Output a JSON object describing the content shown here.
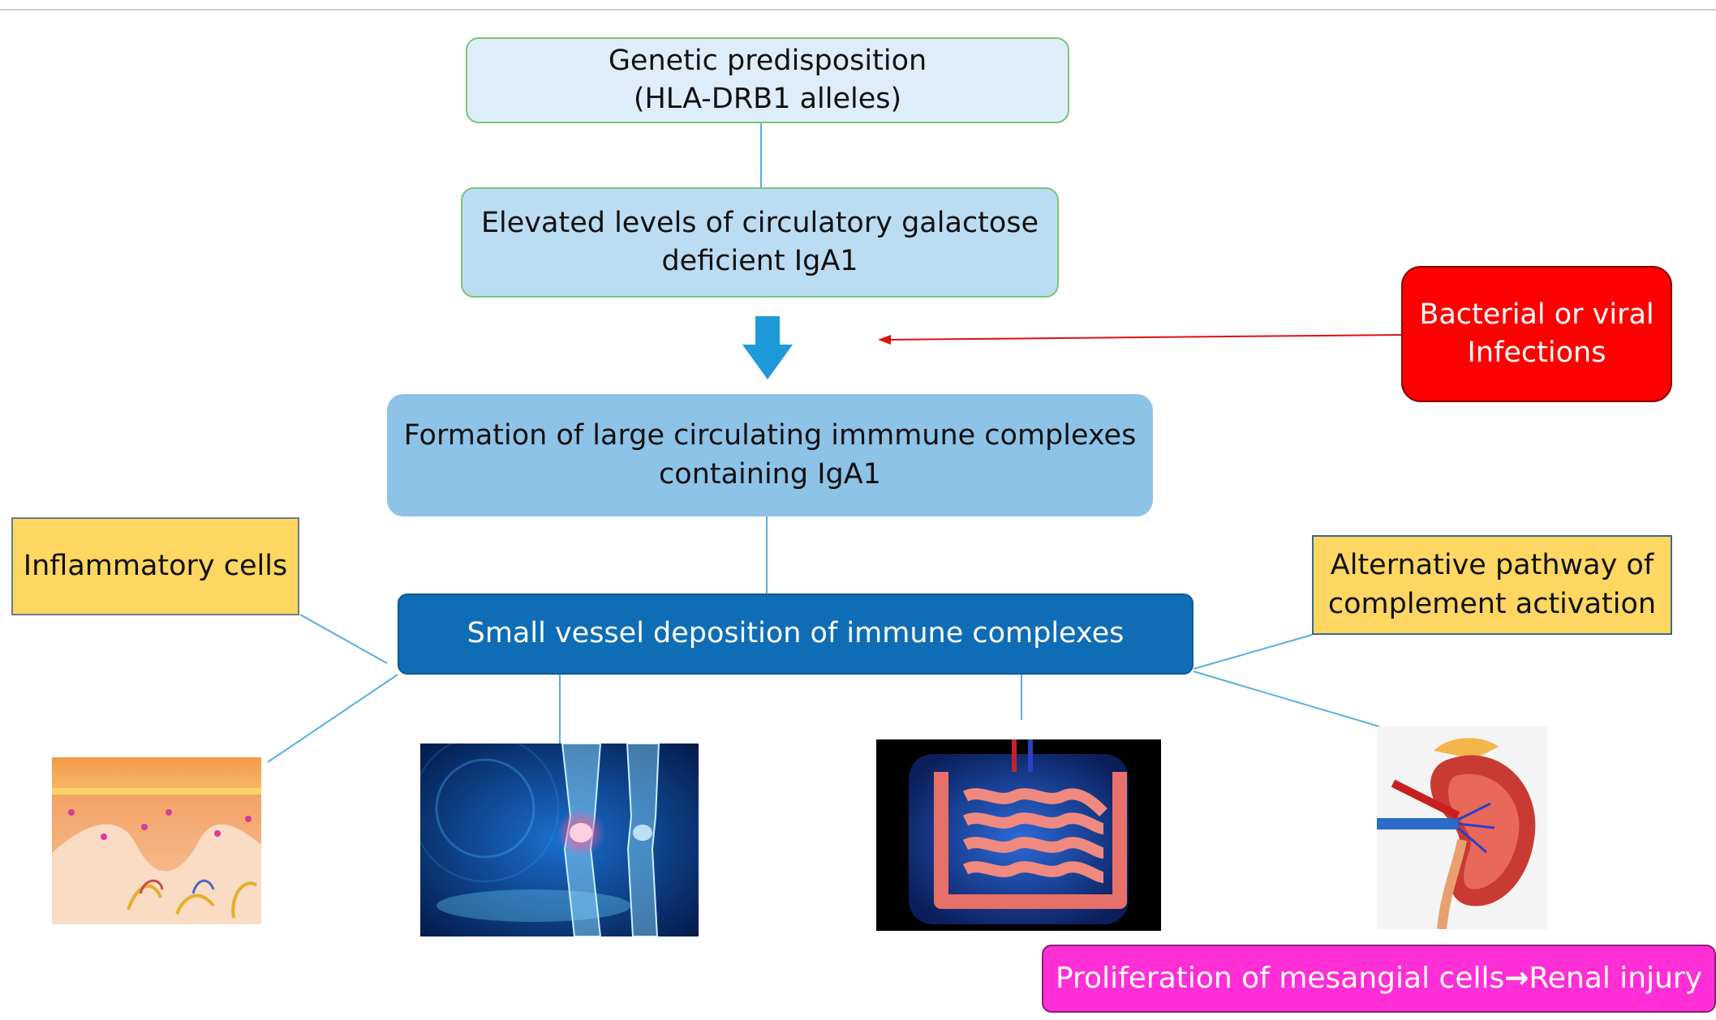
{
  "boxes": {
    "genetic": {
      "line1": "Genetic predisposition",
      "line2": "(HLA-DRB1 alleles)"
    },
    "elevated": {
      "line1": "Elevated levels of circulatory galactose",
      "line2": "deficient IgA1"
    },
    "formation": {
      "line1": "Formation of large circulating immmune complexes",
      "line2": "containing IgA1"
    },
    "small_vessel": {
      "line1": "Small vessel deposition of immune complexes"
    },
    "bacterial": {
      "line1": "Bacterial or viral",
      "line2": "Infections"
    },
    "inflammatory": {
      "line1": "Inflammatory cells"
    },
    "alternative": {
      "line1": "Alternative pathway of",
      "line2": "complement activation"
    },
    "proliferation": {
      "text": "Proliferation of mesangial cells",
      "arrow": "→",
      "text2": "Renal injury"
    }
  },
  "colors": {
    "connector": "#5aaee0",
    "infection_arrow": "#e01010",
    "down_arrow": "#1f9ad8"
  },
  "illustrations": [
    "skin-illustration",
    "knee-joint-illustration",
    "intestine-illustration",
    "kidney-illustration"
  ]
}
